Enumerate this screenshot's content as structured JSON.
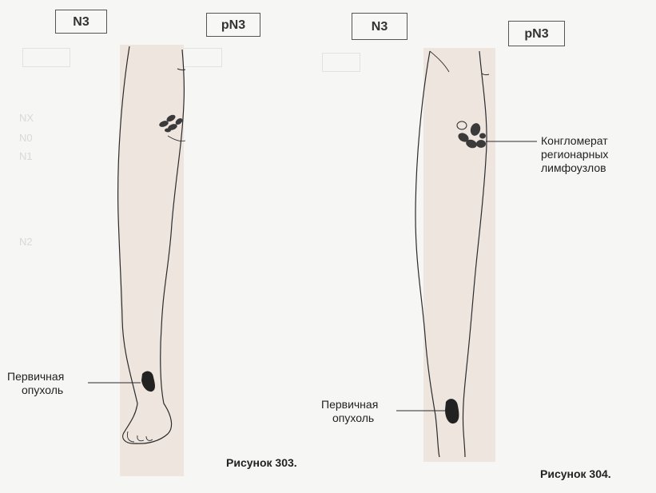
{
  "figure_303": {
    "label_left": "N3",
    "label_right": "pN3",
    "primary_tumor_label": [
      "Первичная",
      "опухоль"
    ],
    "caption": "Рисунок 303."
  },
  "figure_304": {
    "label_left": "N3",
    "label_right": "pN3",
    "conglomerate_label": [
      "Конгломерат",
      "регионарных",
      "лимфоузлов"
    ],
    "primary_tumor_label": [
      "Первичная",
      "опухоль"
    ],
    "caption": "Рисунок 304."
  },
  "colors": {
    "skin": "#efe5df",
    "outline": "#2b2b2b",
    "node": "#3a3a3a",
    "tumor": "#222222"
  }
}
